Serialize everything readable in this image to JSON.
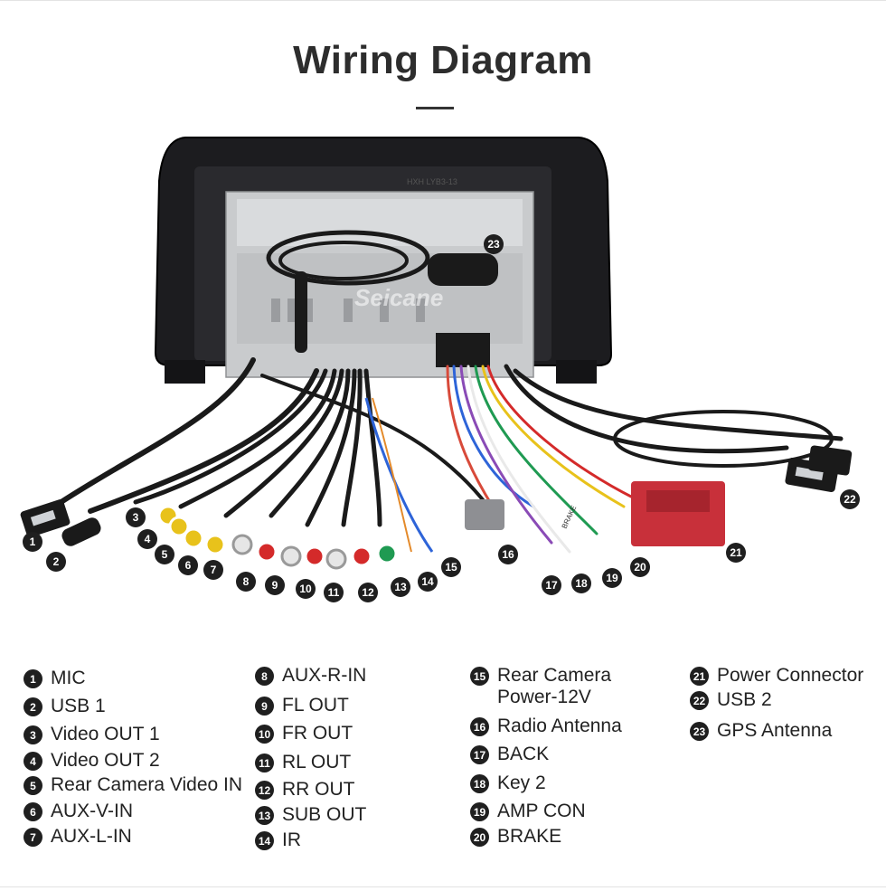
{
  "title": "Wiring Diagram",
  "watermark": "Seicane",
  "unit_label": "HXH LYB3-13",
  "brake_tag": "BRAKE",
  "callouts": [
    "1",
    "2",
    "3",
    "4",
    "5",
    "6",
    "7",
    "8",
    "9",
    "10",
    "11",
    "12",
    "13",
    "14",
    "15",
    "16",
    "17",
    "18",
    "19",
    "20",
    "21",
    "22",
    "23"
  ],
  "legend": {
    "col1": [
      {
        "num": "1",
        "label": "MIC"
      },
      {
        "num": "2",
        "label": "USB 1"
      },
      {
        "num": "3",
        "label": "Video OUT 1"
      },
      {
        "num": "4",
        "label": "Video OUT 2"
      },
      {
        "num": "5",
        "label": "Rear Camera Video IN"
      },
      {
        "num": "6",
        "label": "AUX-V-IN"
      },
      {
        "num": "7",
        "label": "AUX-L-IN"
      }
    ],
    "col2": [
      {
        "num": "8",
        "label": "AUX-R-IN"
      },
      {
        "num": "9",
        "label": "FL OUT"
      },
      {
        "num": "10",
        "label": "FR OUT"
      },
      {
        "num": "11",
        "label": "RL OUT"
      },
      {
        "num": "12",
        "label": "RR OUT"
      },
      {
        "num": "13",
        "label": "SUB OUT"
      },
      {
        "num": "14",
        "label": "IR"
      }
    ],
    "col3": [
      {
        "num": "15",
        "label": "Rear Camera",
        "label2": "Power-12V"
      },
      {
        "num": "16",
        "label": "Radio Antenna"
      },
      {
        "num": "17",
        "label": "BACK"
      },
      {
        "num": "18",
        "label": "Key 2"
      },
      {
        "num": "19",
        "label": "AMP CON"
      },
      {
        "num": "20",
        "label": "BRAKE"
      }
    ],
    "col4": [
      {
        "num": "21",
        "label": "Power Connector"
      },
      {
        "num": "22",
        "label": "USB 2"
      },
      {
        "num": "23",
        "label": "GPS Antenna"
      }
    ]
  },
  "colors": {
    "frame": "#1c1c1f",
    "chassis": "#c9cbcd",
    "rca_yellow": "#e8c21b",
    "rca_red": "#d42a2a",
    "rca_white": "#e6e6e6",
    "rca_green": "#1f9a52",
    "power_plug": "#c8303a",
    "cable": "#1a1a1a"
  }
}
